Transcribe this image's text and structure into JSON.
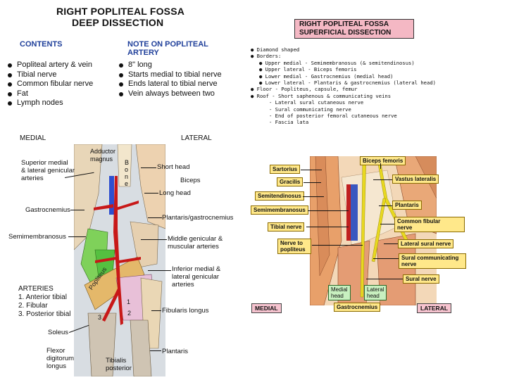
{
  "left": {
    "title_line1": "RIGHT POPLITEAL FOSSA",
    "title_line2": "DEEP DISSECTION",
    "contents_header": "CONTENTS",
    "contents": [
      "Popliteal artery & vein",
      "Tibial nerve",
      "Common fibular nerve",
      "Fat",
      "Lymph nodes"
    ],
    "note_header_1": "NOTE ON POPLITEAL",
    "note_header_2": "ARTERY",
    "notes": [
      "8\" long",
      "Starts medial to tibial nerve",
      "Ends lateral to tibial nerve",
      "Vein always between two"
    ],
    "medial": "MEDIAL",
    "lateral": "LATERAL",
    "arteries_header": "ARTERIES",
    "arteries": [
      "1. Anterior tibial",
      "2. Fibular",
      "3. Posterior tibial"
    ],
    "labels": {
      "superior_genicular": "Superior medial\n& lateral genicular\narteries",
      "adductor": "Adductor\nmagnus",
      "bone": "B\no\nn\ne",
      "short_head": "Short head",
      "biceps": "Biceps",
      "long_head": "Long head",
      "gastrocnemius": "Gastrocnemius",
      "plantaris_gastro": "Plantaris/gastrocnemius",
      "semimembranosus": "Semimembranosus",
      "middle_genicular": "Middle genicular &\nmuscular arteries",
      "inferior_genicular": "Inferior medial &\nlateral genicular\narteries",
      "fibularis_longus": "Fibularis longus",
      "popliteus": "Popliteus",
      "soleus": "Soleus",
      "plantaris": "Plantaris",
      "flexor": "Flexor\ndigitorum\nlongus",
      "tibialis": "Tibialis\nposterior",
      "num_1": "1",
      "num_2": "2",
      "num_3": "3"
    }
  },
  "right": {
    "title_line1": "RIGHT POPLITEAL FOSSA",
    "title_line2": "SUPERFICIAL DISSECTION",
    "notes": [
      "● Diamond shaped",
      "● Borders:",
      "    ● Upper medial - Semimembranosus (& semitendinosus)",
      "    ● Upper lateral - Biceps femoris",
      "    ● Lower medial - Gastrocnemius (medial head)",
      "    ● Lower lateral - Plantaris & gastrocnemius (lateral head)",
      "● Floor - Popliteus, capsule, femur",
      "● Roof - Short saphenous & communicating veins",
      "    - Lateral sural cutaneous nerve",
      "    - Sural communicating nerve",
      "    - End of posterior femoral cutaneous nerve",
      "    - Fascia lata"
    ],
    "boxes": {
      "biceps_femoris": "Biceps femoris",
      "sartorius": "Sartorius",
      "gracilis": "Gracilis",
      "vastus_lateralis": "Vastus lateralis",
      "semitendinosus": "Semitendinosus",
      "semimembranosus": "Semimembranosus",
      "plantaris": "Plantaris",
      "tibial_nerve": "Tibial nerve",
      "common_fibular": "Common fibular\nnerve",
      "nerve_to_popliteus": "Nerve to\npopliteus",
      "lateral_sural": "Lateral sural nerve",
      "sural_communicating": "Sural communicating\nnerve",
      "sural": "Sural nerve",
      "medial_head": "Medial\nhead",
      "lateral_head": "Lateral\nhead",
      "gastrocnemius": "Gastrocnemius"
    },
    "medial": "MEDIAL",
    "lateral": "LATERAL"
  }
}
